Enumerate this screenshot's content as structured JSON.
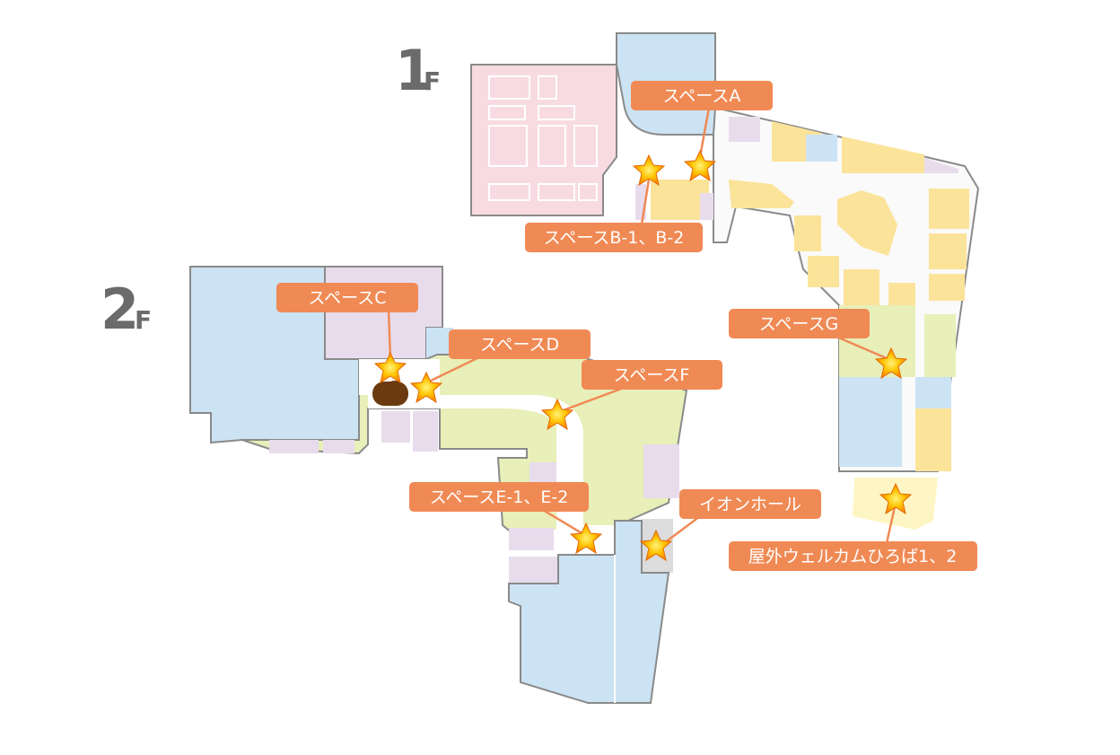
{
  "floors": {
    "first": {
      "number": "1",
      "unit": "F"
    },
    "second": {
      "number": "2",
      "unit": "F"
    }
  },
  "spaces": {
    "a": "スペースA",
    "b": "スペースB-1、B-2",
    "c": "スペースC",
    "d": "スペースD",
    "e": "スペースE-1、E-2",
    "f": "スペースF",
    "g": "スペースG",
    "aeon_hall": "イオンホール",
    "outdoor": "屋外ウェルカムひろば1、2"
  },
  "colors": {
    "label_bg": "#f08a55",
    "star_outer": "#ff8c00",
    "star_inner": "#ffd400",
    "tenant_blue": "#cce3f3",
    "tenant_pink": "#f8dbe2",
    "tenant_yellow": "#fbe39a",
    "tenant_purple": "#e8dcec",
    "tenant_green": "#e8efb8",
    "outline": "#8a8a8a"
  },
  "icons": {
    "marker": "star-icon",
    "elevator": "elevator-icon"
  }
}
